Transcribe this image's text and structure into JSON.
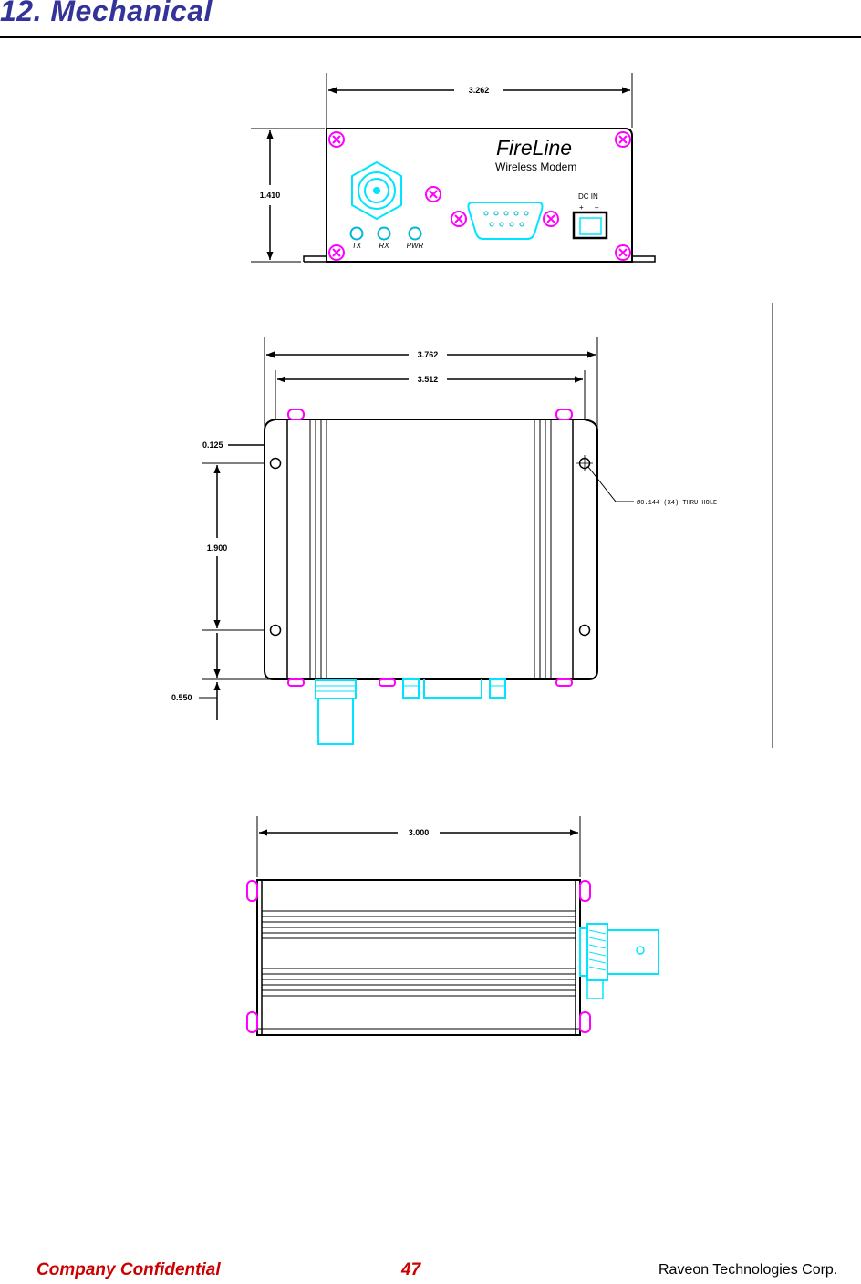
{
  "header": {
    "title": "12. Mechanical"
  },
  "front_view": {
    "width_dim": "3.262",
    "height_dim": "1.410",
    "brand": "FireLine",
    "brand_sub": "Wireless Modem",
    "dc_in": "DC IN",
    "plus": "+",
    "minus": "–",
    "leds": [
      "TX",
      "RX",
      "PWR"
    ]
  },
  "top_view": {
    "overall_width": "3.762",
    "hole_spacing_width": "3.512",
    "edge_offset": "0.125",
    "hole_spacing_height": "1.900",
    "flange_depth": "0.550",
    "hole_note": "Ø0.144 (X4) THRU HOLE"
  },
  "side_view": {
    "length_dim": "3.000"
  },
  "footer": {
    "left": "Company Confidential",
    "page": "47",
    "right": "Raveon Technologies Corp."
  },
  "colors": {
    "title": "#333399",
    "footer": "#cc0000",
    "screw": "#ff00ff",
    "connector": "#00e5ff"
  }
}
